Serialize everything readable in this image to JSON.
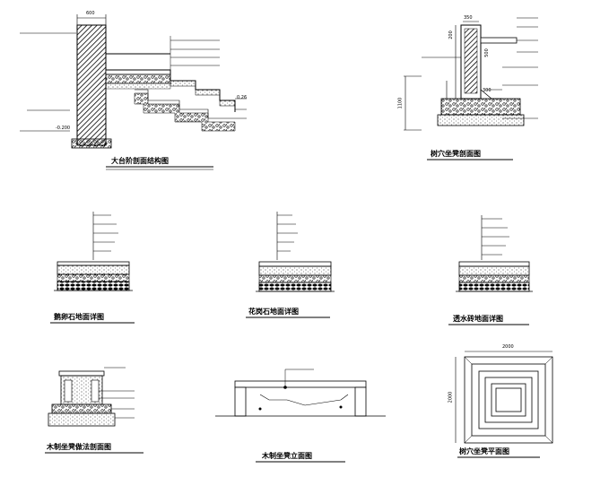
{
  "captions": {
    "stair_section": "大台阶剖面结构图",
    "tree_pool_section": "树穴坐凳剖面图",
    "cobble_paving": "鹅卵石地面详图",
    "granite_paving": "花岗石地面详图",
    "permeable_paving": "透水砖地面详图",
    "wood_bench_section": "木制坐凳做法剖面图",
    "wood_bench_elevation": "木制坐凳立面图",
    "tree_pool_plan": "树穴坐凳平面图"
  },
  "dimensions": {
    "stair_top_width": "600",
    "stair_level_left": "-0.200",
    "stair_level_right": "0.26",
    "pool_top_width": "350",
    "pool_dim_a": "200",
    "pool_dim_b": "500",
    "pool_dim_c": "300",
    "pool_dim_d": "1100",
    "plan_width": "2000",
    "plan_height": "2000"
  },
  "colors": {
    "ink": "#000000",
    "paper": "#ffffff"
  }
}
